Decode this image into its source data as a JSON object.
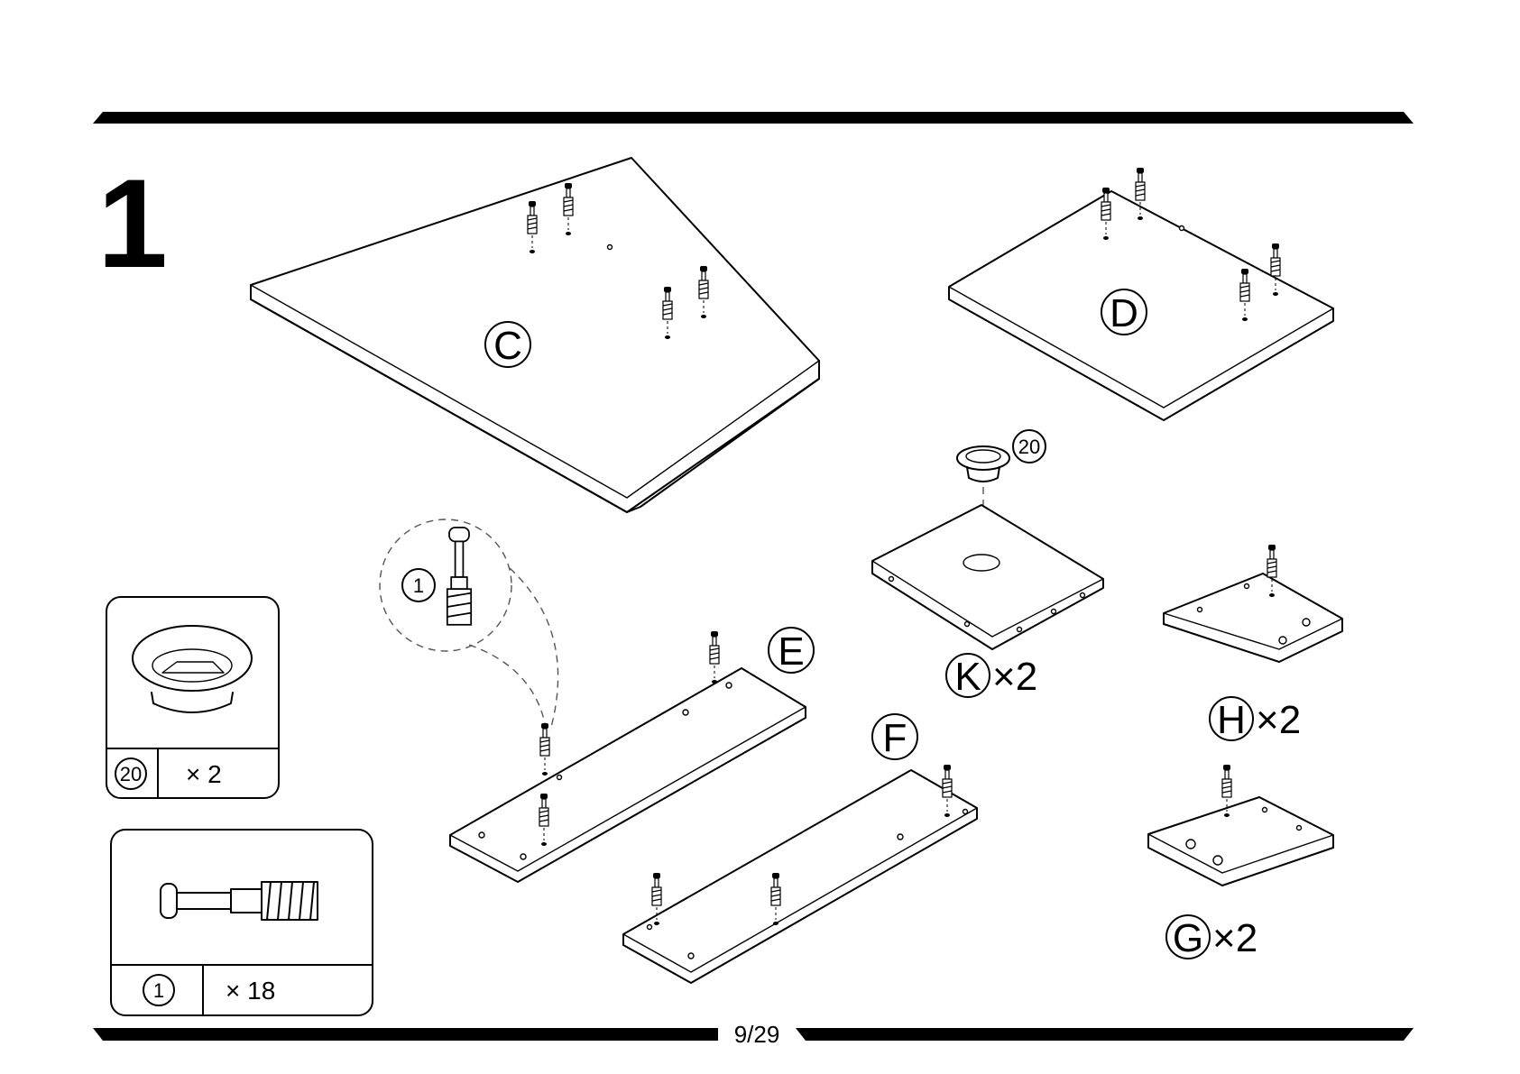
{
  "step": {
    "number": "1"
  },
  "parts": [
    {
      "id": "part-c",
      "letter": "C"
    },
    {
      "id": "part-d",
      "letter": "D"
    },
    {
      "id": "part-e",
      "letter": "E"
    },
    {
      "id": "part-f",
      "letter": "F"
    },
    {
      "id": "part-k",
      "letter": "K",
      "qty": "×2"
    },
    {
      "id": "part-h",
      "letter": "H",
      "qty": "×2"
    },
    {
      "id": "part-g",
      "letter": "G",
      "qty": "×2"
    }
  ],
  "hardware": [
    {
      "id": "grommet",
      "number": "20",
      "qty": "× 2"
    },
    {
      "id": "cam-bolt",
      "number": "1",
      "qty": "× 18"
    }
  ],
  "callouts": {
    "detail_bolt": "1",
    "grommet_ref": "20"
  },
  "footer": {
    "page": "9/29"
  }
}
